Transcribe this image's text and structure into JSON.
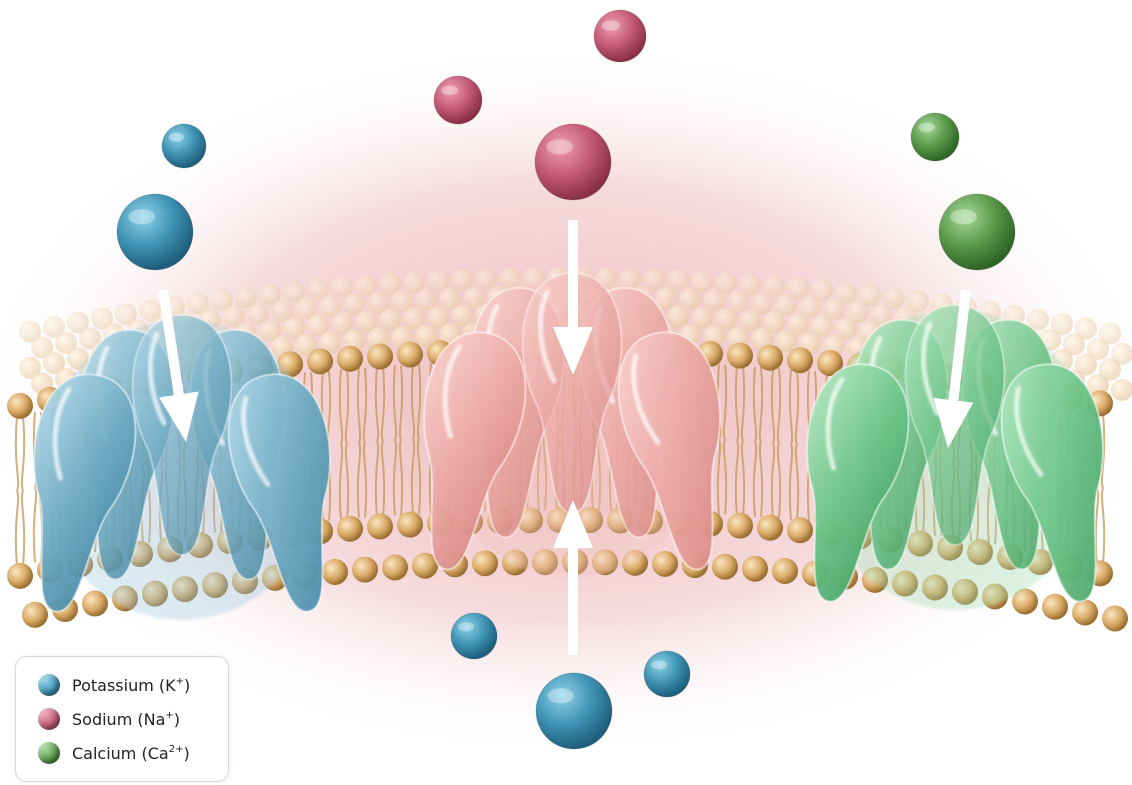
{
  "diagram": {
    "ions": {
      "potassium": {
        "color": "#3f93b4",
        "dark": "#1f5f7d",
        "light": "#8fd2ea"
      },
      "sodium": {
        "color": "#c35a78",
        "dark": "#8a2f4a",
        "light": "#ef9fb6"
      },
      "calcium": {
        "color": "#5a9a4a",
        "dark": "#2f6527",
        "light": "#a7d89a"
      }
    },
    "channels": [
      {
        "name": "potassium-channel",
        "color": "#6eaac3"
      },
      {
        "name": "sodium-channel",
        "color": "#eba7a3"
      },
      {
        "name": "calcium-channel",
        "color": "#6cc489"
      }
    ],
    "arrow_color": "#ffffff",
    "membrane_head_color": "#d9aa66",
    "background_glow": "#e7a1a6"
  },
  "legend": {
    "items": [
      {
        "label": "Potassium (K",
        "superscript": "+",
        "suffix": ")",
        "color": "#3f93b4"
      },
      {
        "label": "Sodium (Na",
        "superscript": "+",
        "suffix": ")",
        "color": "#c35a78"
      },
      {
        "label": "Calcium (Ca",
        "superscript": "2+",
        "suffix": ")",
        "color": "#5a9a4a"
      }
    ]
  }
}
